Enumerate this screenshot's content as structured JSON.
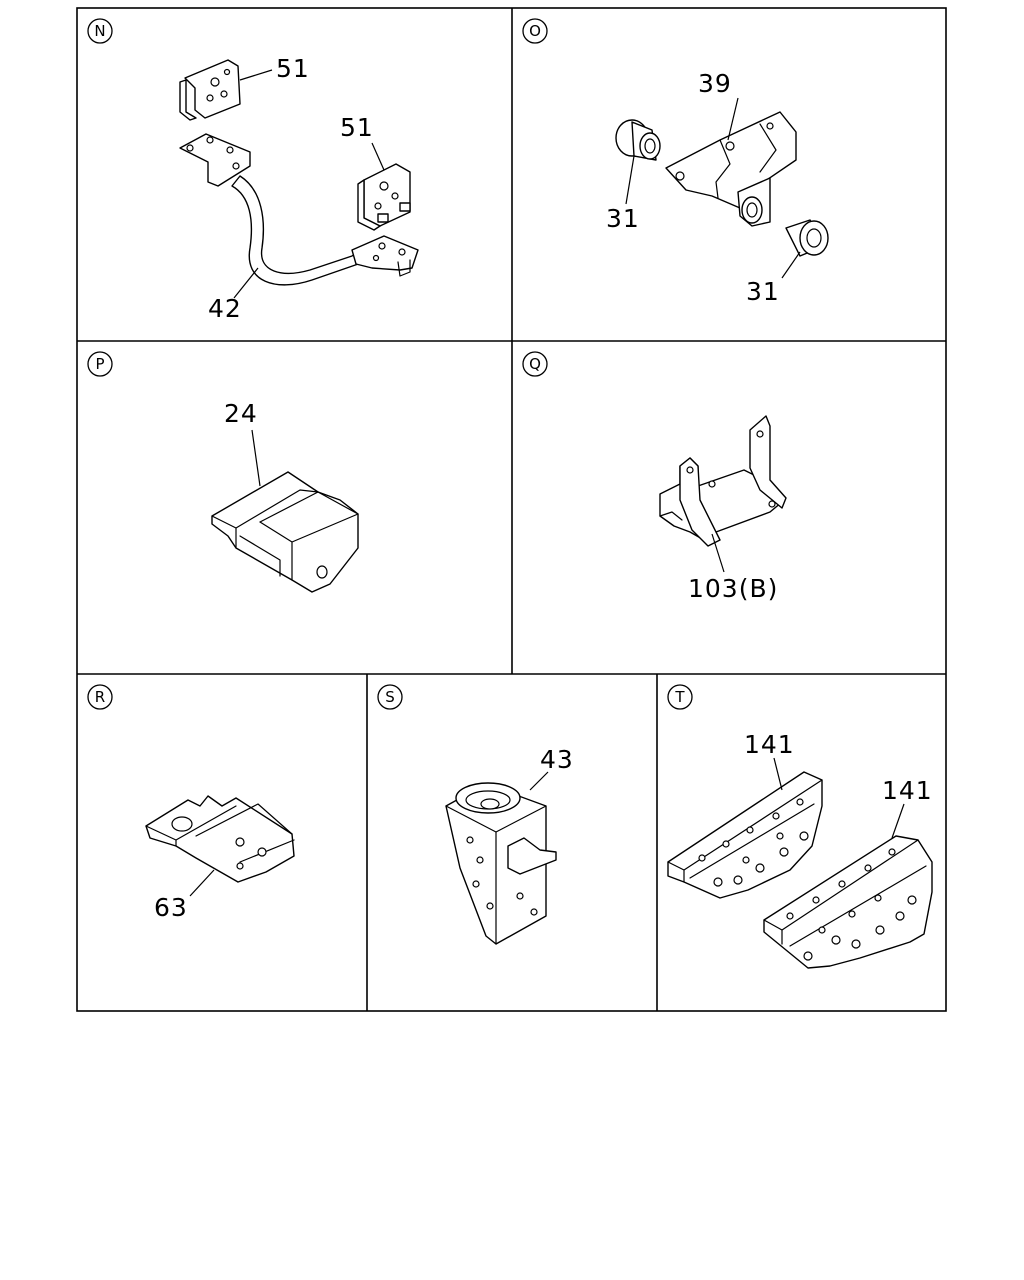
{
  "panels": [
    {
      "letter": "N",
      "callouts": [
        "51",
        "51",
        "42"
      ]
    },
    {
      "letter": "O",
      "callouts": [
        "39",
        "31",
        "31"
      ]
    },
    {
      "letter": "P",
      "callouts": [
        "24"
      ]
    },
    {
      "letter": "Q",
      "callouts": [
        "103(B)"
      ]
    },
    {
      "letter": "R",
      "callouts": [
        "63"
      ]
    },
    {
      "letter": "S",
      "callouts": [
        "43"
      ]
    },
    {
      "letter": "T",
      "callouts": [
        "141",
        "141"
      ]
    }
  ]
}
